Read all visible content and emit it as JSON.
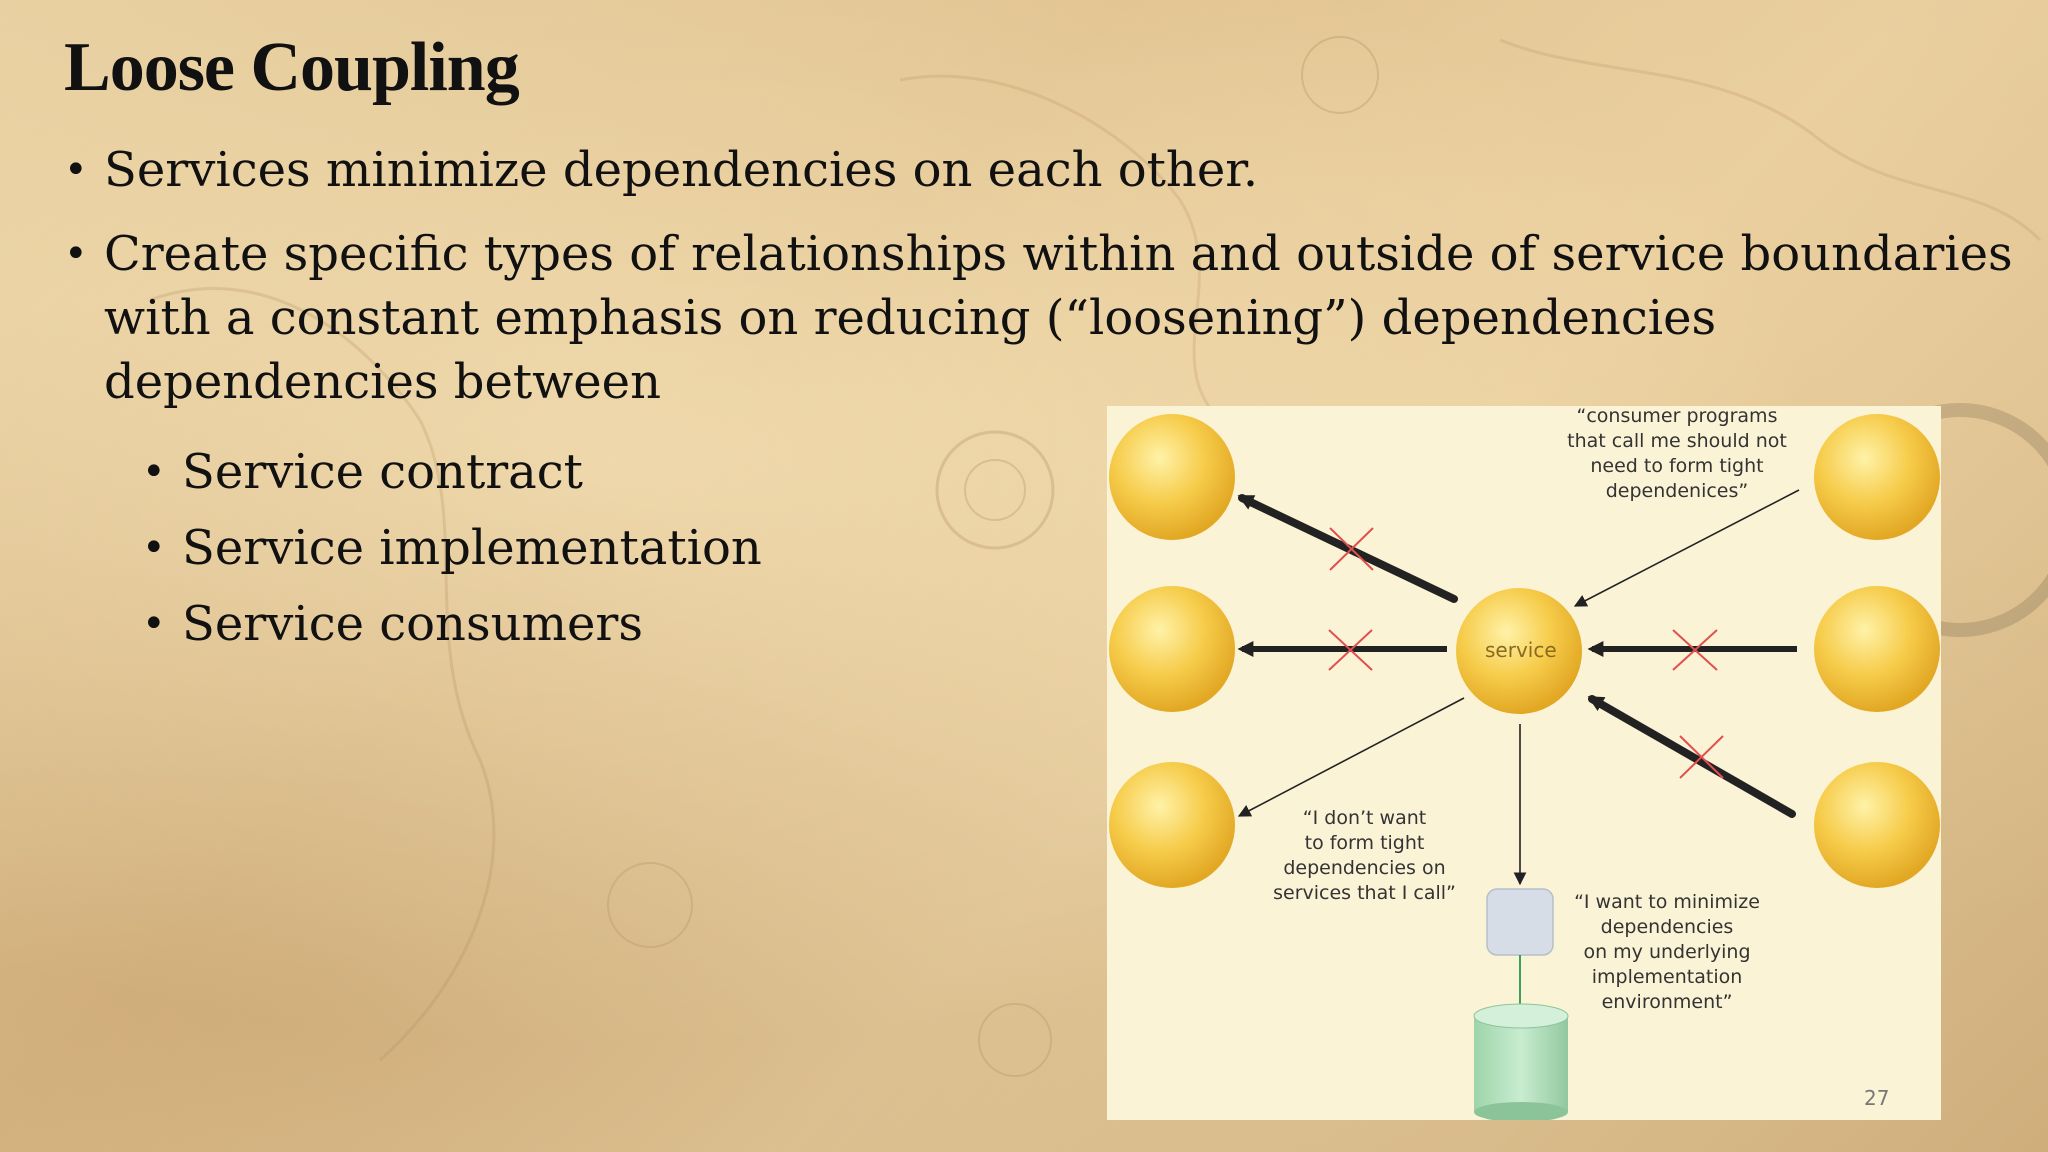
{
  "slide": {
    "title": "Loose Coupling",
    "bullets": [
      "Services minimize dependencies on each other.",
      "Create specific types of relationships within and outside of service boundaries with a constant emphasis on reducing (“loosening”) dependencies dependencies between"
    ],
    "sub_bullets": [
      "Service contract",
      "Service implementation",
      "Service consumers"
    ],
    "page_number": "27"
  },
  "diagram": {
    "center_label": "service",
    "quote_consumers": "“consumer programs\nthat call me should not\nneed to form tight\ndependenices”",
    "quote_services": "“I don’t want\nto form tight\ndependencies on\nservices that I call”",
    "quote_implementation": "“I want to minimize\ndependencies\non my underlying\nimplementation\nenvironment”",
    "colors": {
      "sphere": "#f4c440",
      "cross": "#e05050",
      "database": "#a8dcb4",
      "implementation_box": "#d6dde6"
    }
  }
}
